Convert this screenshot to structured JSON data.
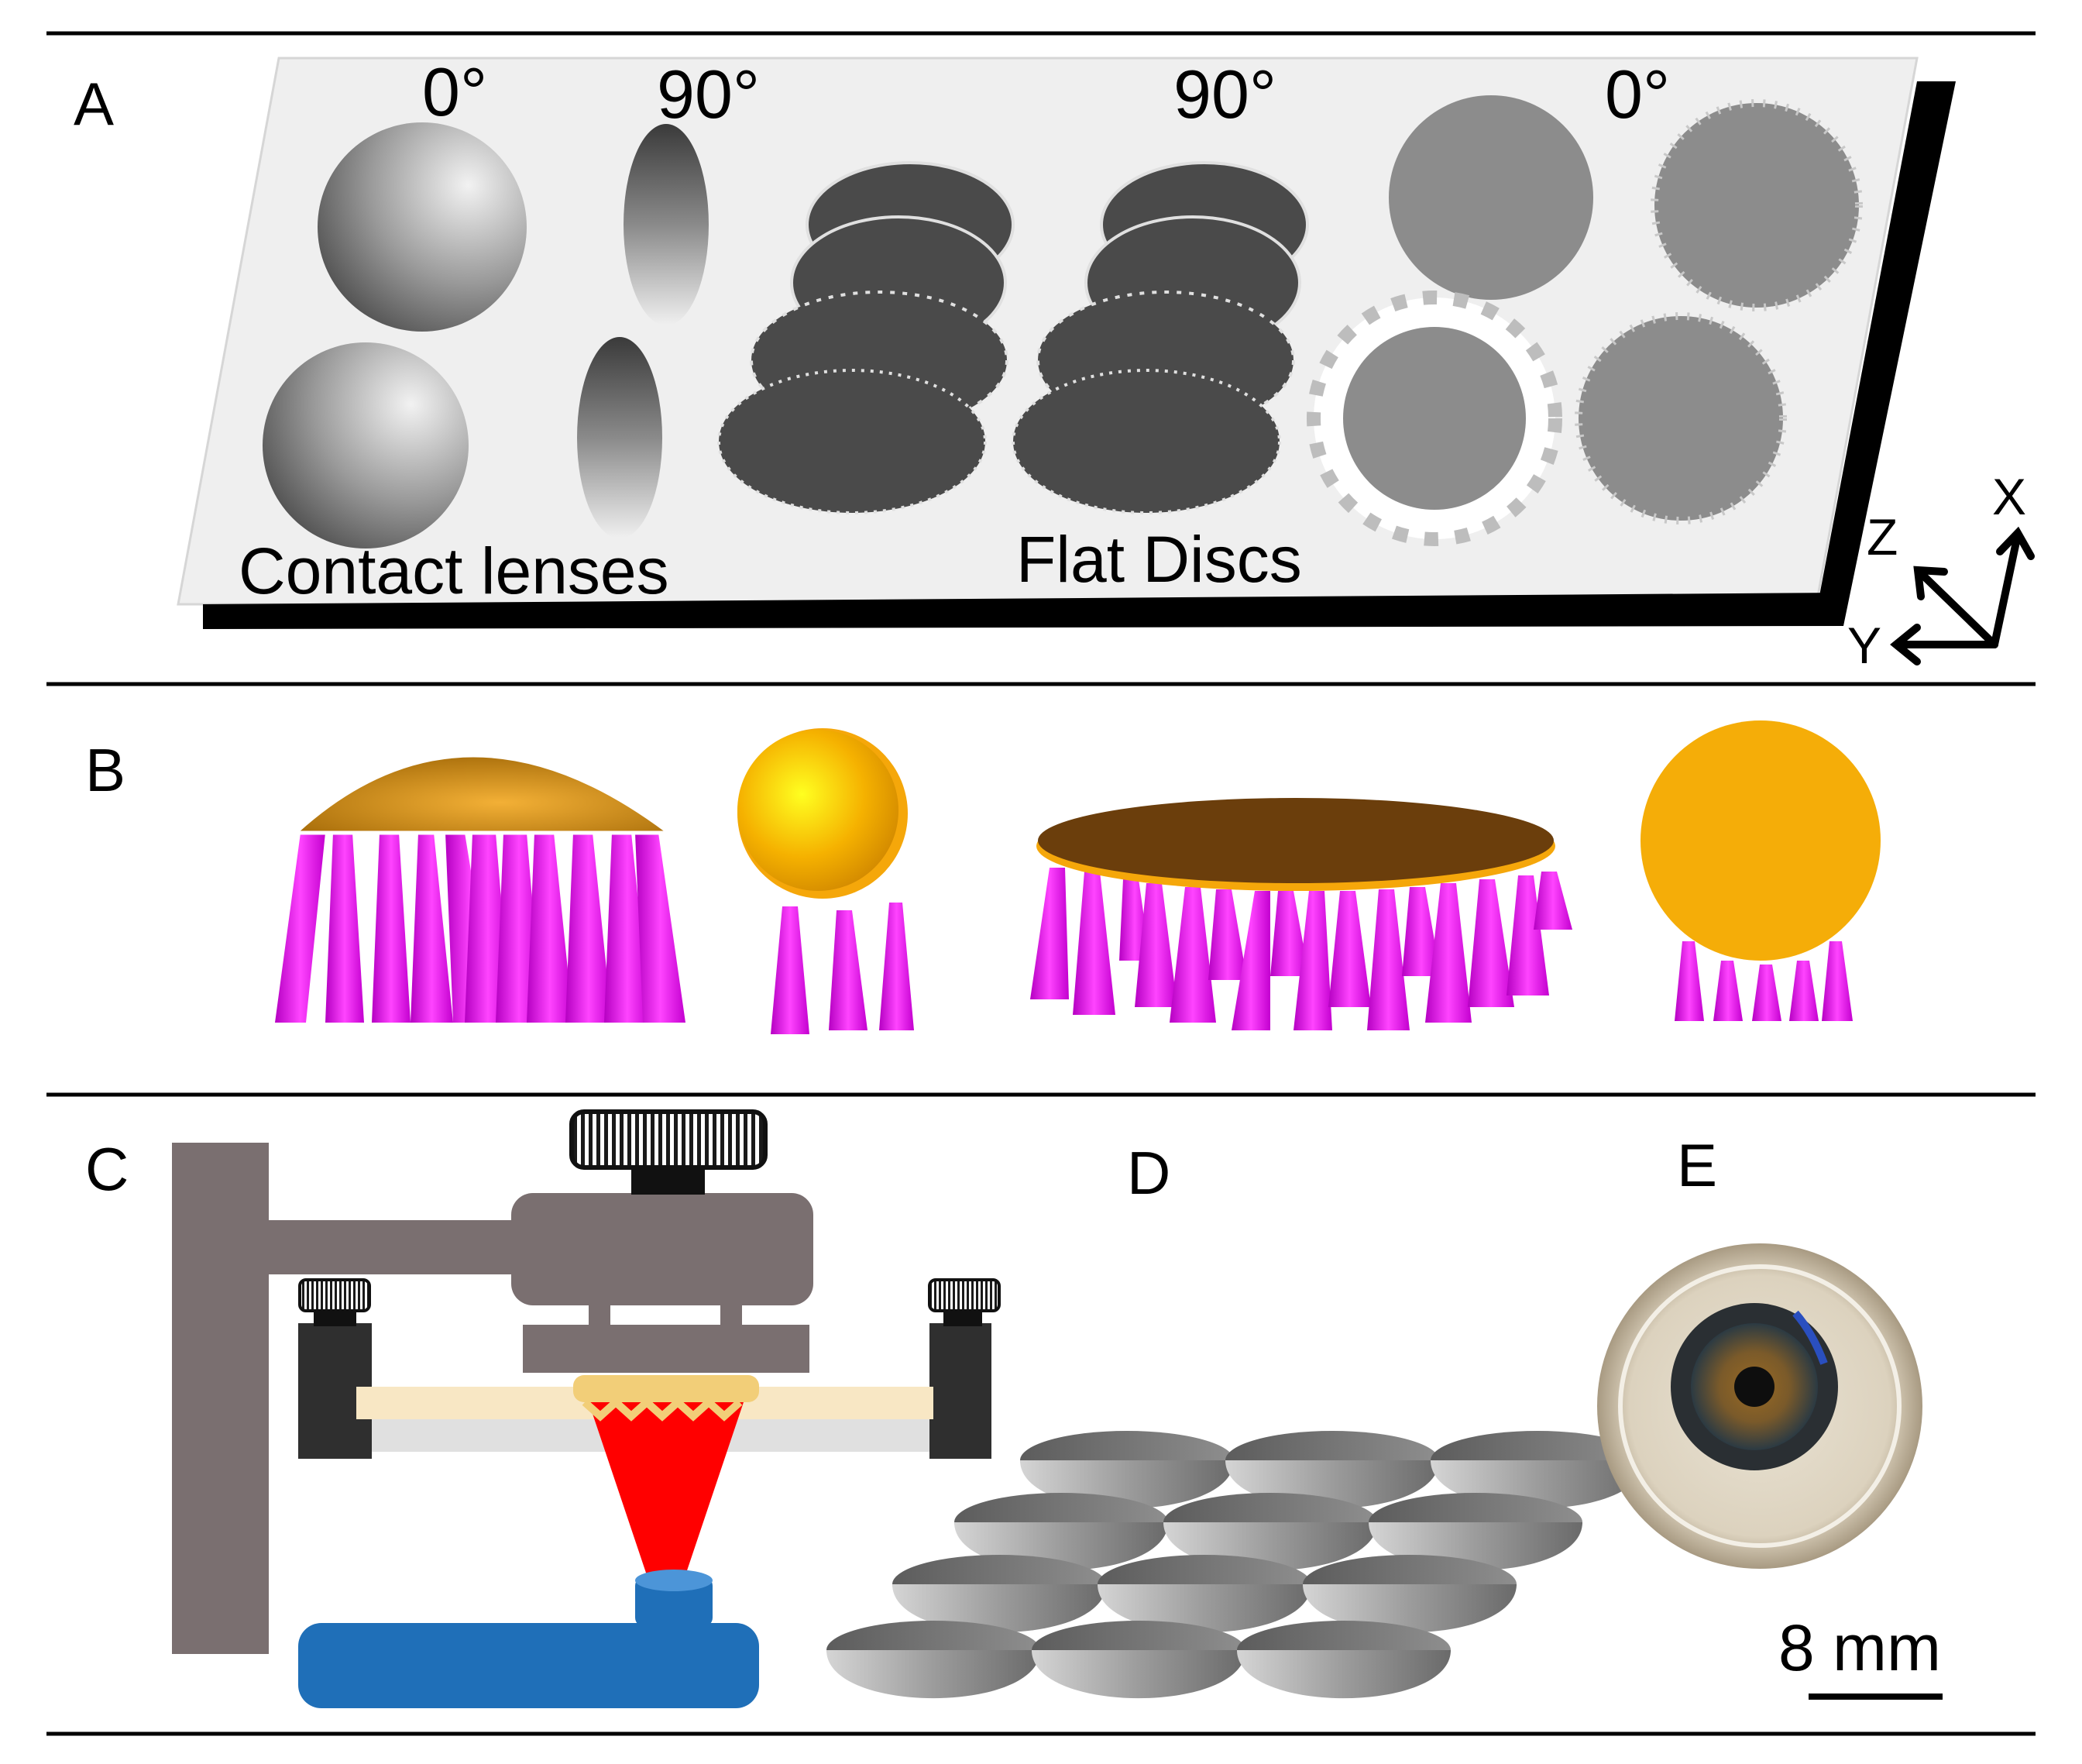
{
  "panels": {
    "A": {
      "letter": "A",
      "angles": [
        "0°",
        "90°",
        "90°",
        "0°"
      ],
      "caption_left": "Contact lenses",
      "caption_right": "Flat Discs",
      "axes": {
        "x": "X",
        "y": "Y",
        "z": "Z"
      }
    },
    "B": {
      "letter": "B"
    },
    "C": {
      "letter": "C"
    },
    "D": {
      "letter": "D"
    },
    "E": {
      "letter": "E",
      "scale_bar": "8 mm"
    }
  },
  "colors": {
    "build_plate": "#efefef",
    "lens_grey": "#8a8a8a",
    "disc_dark": "#4a4a4a",
    "disc_light": "#8c8c8c",
    "lens_orange": "#f5a70a",
    "disc_brown": "#6b3e0c",
    "support_magenta": "#e11be6",
    "frame_grey": "#7a6f70",
    "laser_red": "#ff0000",
    "base_blue": "#1f6fb8"
  }
}
